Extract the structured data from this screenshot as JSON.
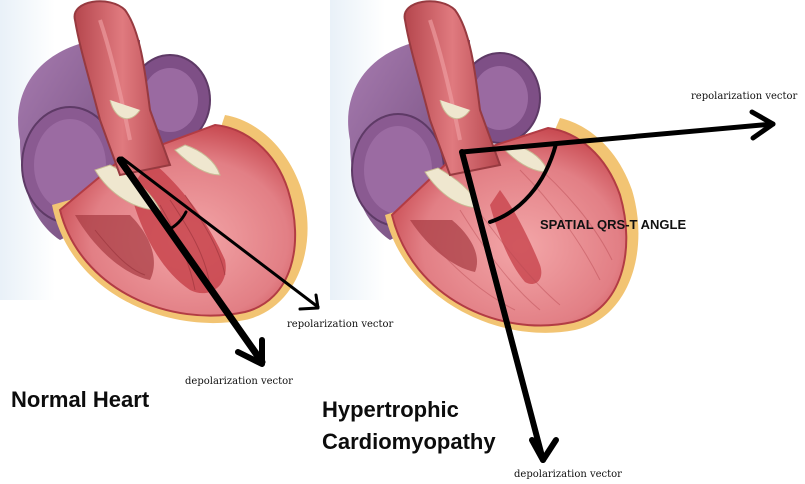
{
  "normal": {
    "title": "Normal Heart",
    "depolarization_label": "depolarization vector",
    "repolarization_label": "repolarization vector"
  },
  "hcm": {
    "title_line1": "Hypertrophic",
    "title_line2": "Cardiomyopathy",
    "depolarization_label": "depolarization vector",
    "repolarization_label": "repolarization vector",
    "angle_label": "SPATIAL QRS-T  ANGLE"
  },
  "colors": {
    "myocardium": "#e8868c",
    "myocardium_dark": "#c0393f",
    "vessel": "#cf5a60",
    "atrium": "#8a5c91",
    "fat": "#f2c473",
    "valve": "#efe7cf",
    "vector": "#000000"
  }
}
